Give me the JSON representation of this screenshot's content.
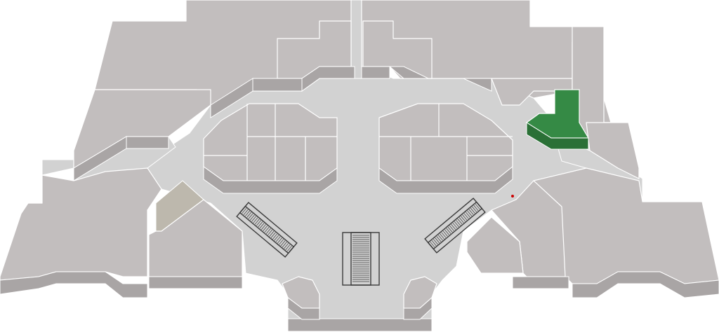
{
  "map": {
    "colors": {
      "floor": "#d2d2d2",
      "store": "#c2bebe",
      "store_side": "#a9a5a5",
      "highlight": "#358a45",
      "highlight_side": "#2a7036",
      "outline": "#ffffff",
      "escalator": "#3a3a3a",
      "marker": "#cc0000"
    },
    "highlighted_store": "green-l-shaped-store",
    "escalators": [
      "escalator-left",
      "escalator-center",
      "escalator-right"
    ],
    "marker_icon": "location-dot-icon"
  }
}
